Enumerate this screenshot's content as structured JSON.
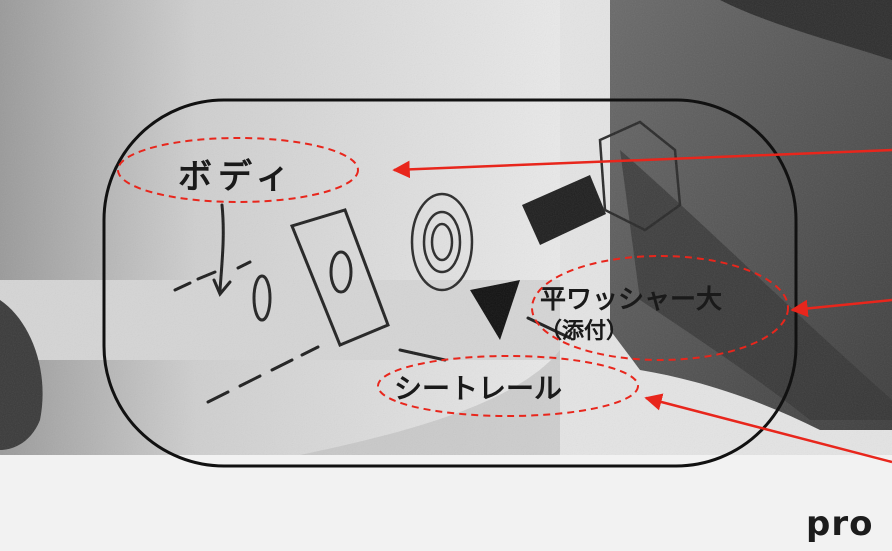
{
  "labels": {
    "body": "ボディ",
    "flat_washer_line1": "平ワッシャー大",
    "flat_washer_line2": "（添付）",
    "seat_rail": "シートレール"
  },
  "caption": {
    "text": "pro"
  },
  "colors": {
    "annotation_red": "#e8261c",
    "outline_black": "#111111",
    "photo_dark": "#555555",
    "photo_light": "#e6e6e6"
  }
}
